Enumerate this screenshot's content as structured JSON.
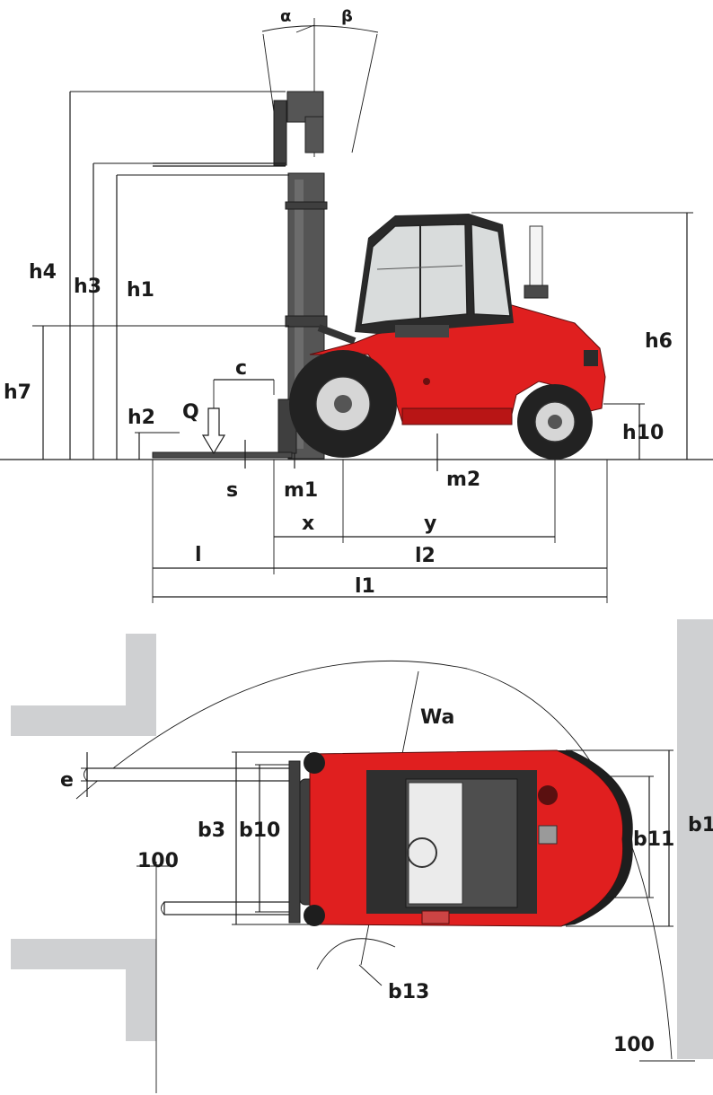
{
  "side_view": {
    "labels": {
      "alpha": "α",
      "beta": "β",
      "h4": "h4",
      "h3": "h3",
      "h1": "h1",
      "h7": "h7",
      "h2": "h2",
      "h6": "h6",
      "h10": "h10",
      "c": "c",
      "Q": "Q",
      "s": "s",
      "m1": "m1",
      "m2": "m2",
      "x": "x",
      "y": "y",
      "l": "l",
      "l2": "l2",
      "l1": "l1"
    }
  },
  "top_view": {
    "labels": {
      "Wa": "Wa",
      "e": "e",
      "b3": "b3",
      "b10": "b10",
      "b11": "b11",
      "b1": "b1",
      "b13": "b13",
      "clearance_left": "100",
      "clearance_right": "100"
    }
  },
  "colors": {
    "body": "#e01f1f",
    "mast": "#555555",
    "wall": "#cfd0d2"
  }
}
